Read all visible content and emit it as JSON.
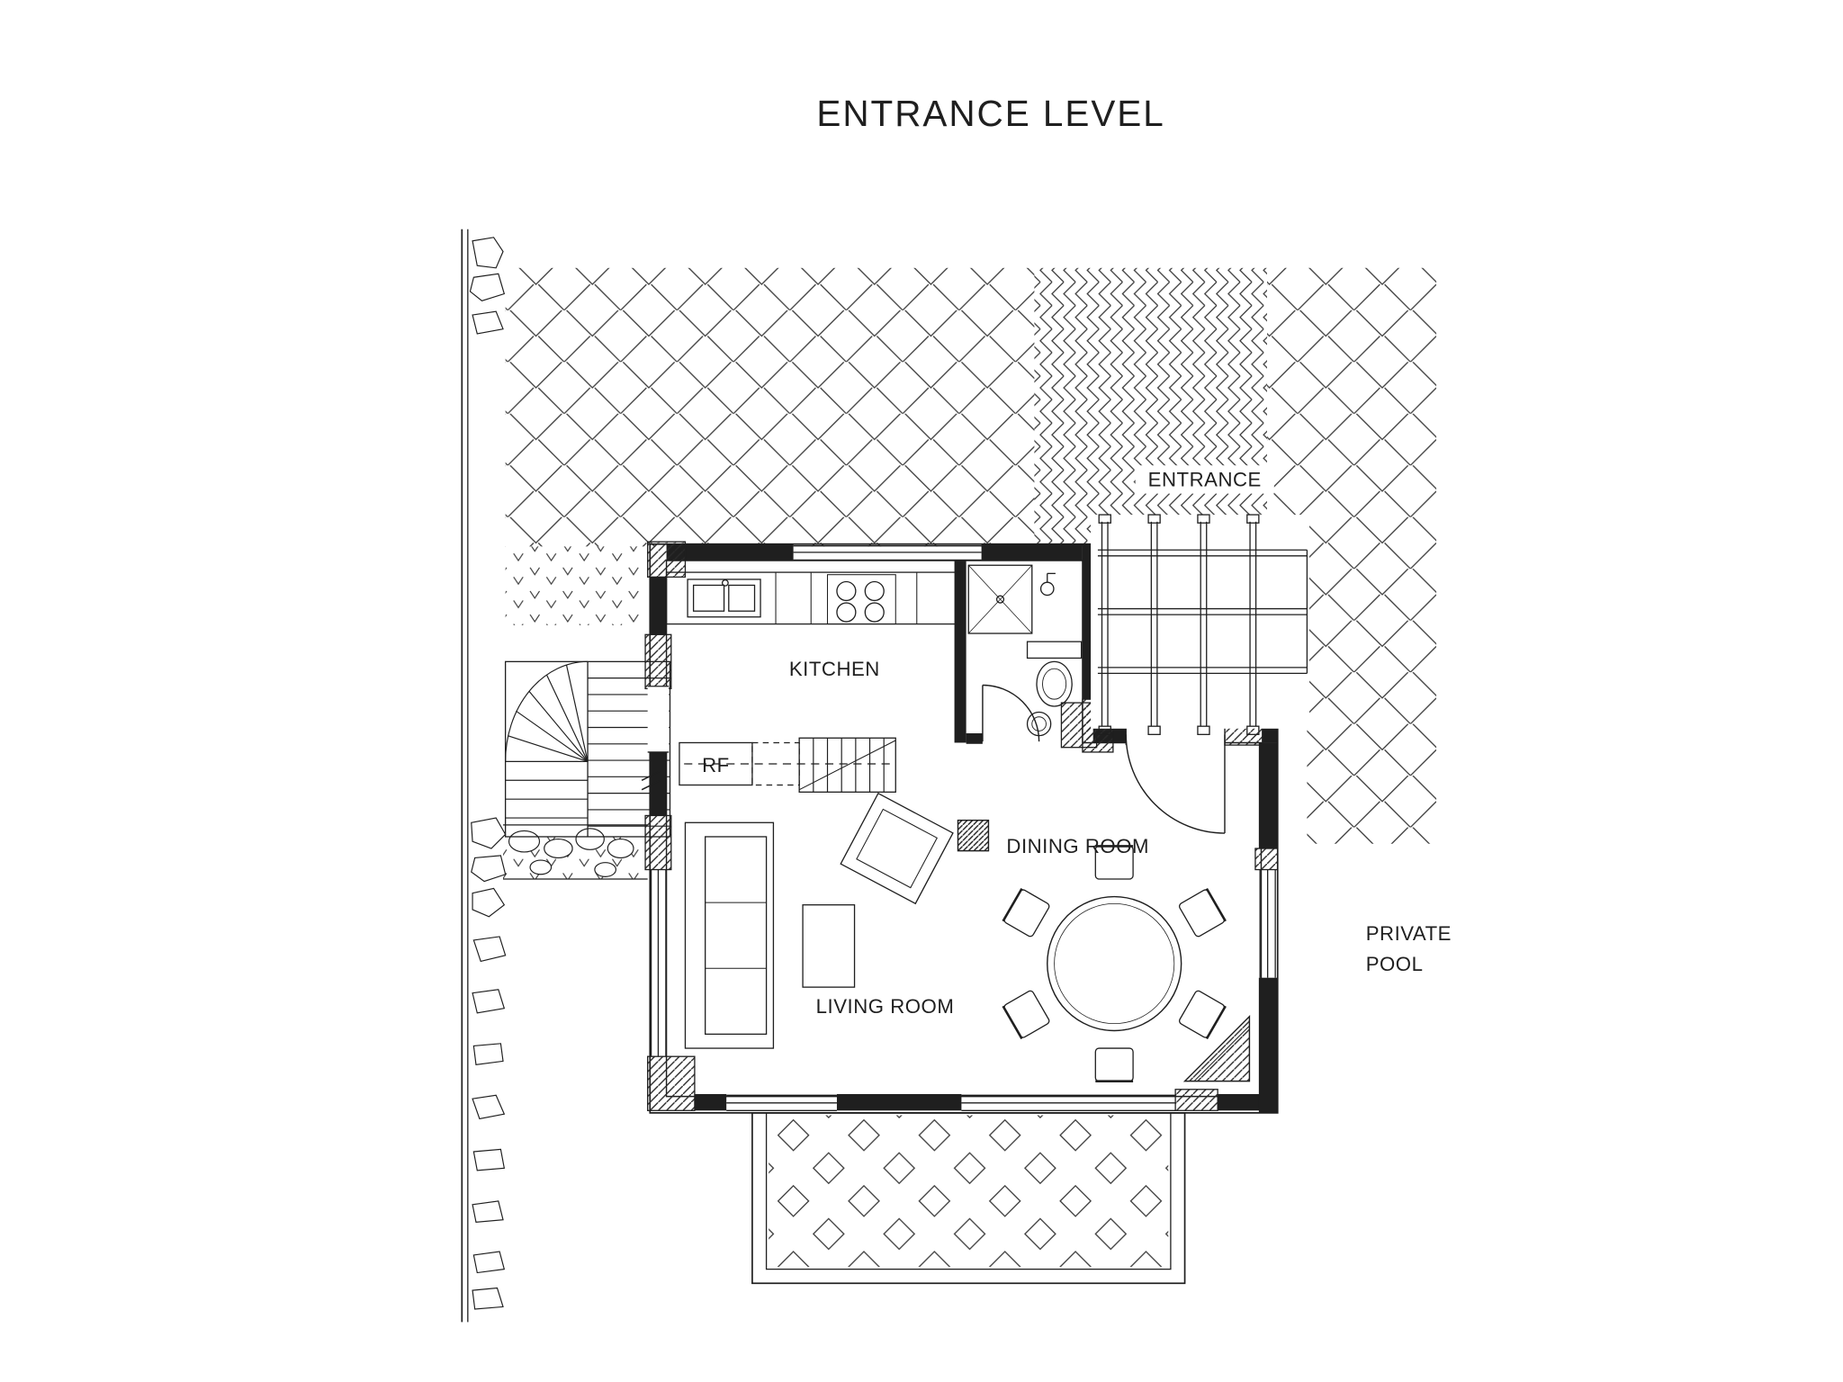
{
  "title": "ENTRANCE LEVEL",
  "plan": {
    "rooms": {
      "kitchen": "KITCHEN",
      "dining_room": "DINING ROOM",
      "living_room": "LIVING ROOM"
    },
    "exterior": {
      "entrance": "ENTRANCE",
      "private_pool_line1": "PRIVATE",
      "private_pool_line2": "POOL"
    },
    "appliances": {
      "refrigerator": "RF"
    }
  },
  "colors": {
    "ink": "#1f1f1f",
    "background": "#ffffff"
  }
}
